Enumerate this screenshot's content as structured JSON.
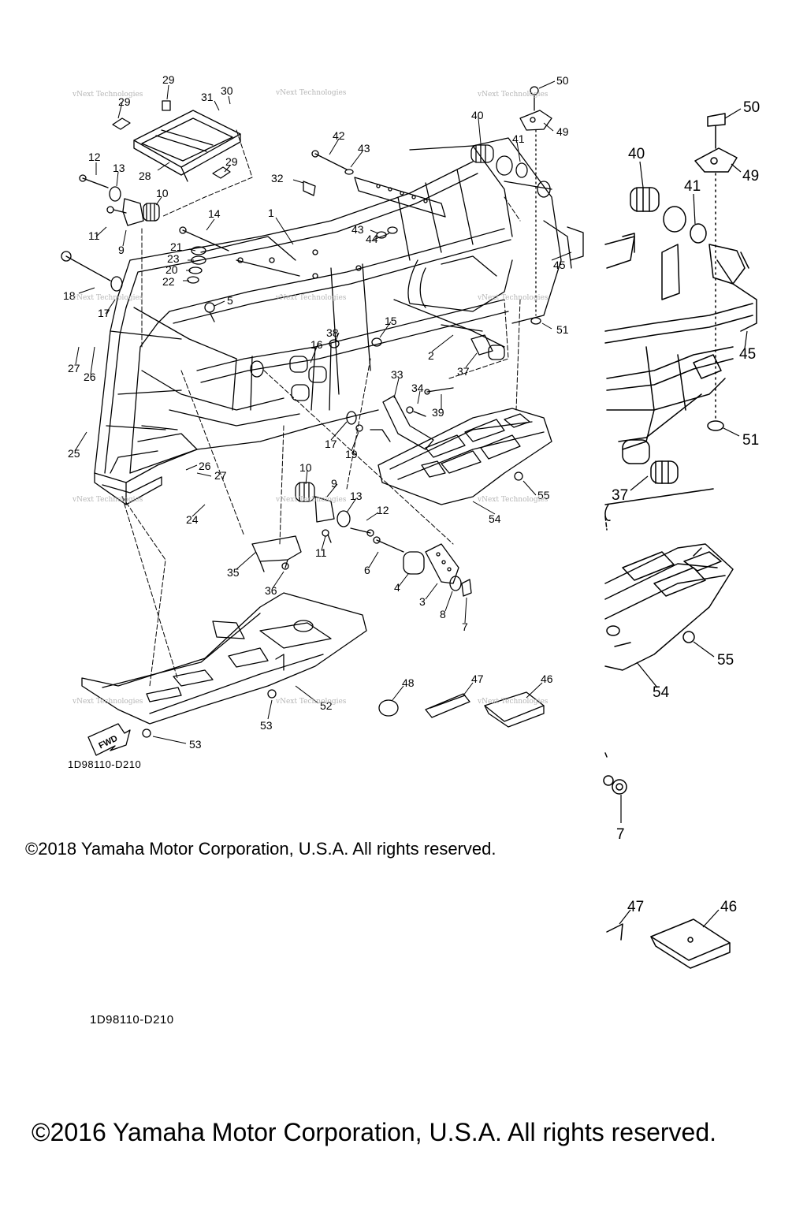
{
  "watermark": "vNext Technologies",
  "diagram_code_small": "1D98110-D210",
  "diagram_code_large": "1D98110-D210",
  "fwd_label": "FWD",
  "copyright_2018": "©2018 Yamaha Motor Corporation, U.S.A. All rights reserved.",
  "copyright_2016": "©2016 Yamaha Motor Corporation, U.S.A. All rights reserved.",
  "callouts_main": [
    "29",
    "31",
    "30",
    "29",
    "28",
    "29",
    "12",
    "13",
    "10",
    "11",
    "9",
    "14",
    "32",
    "42",
    "43",
    "1",
    "43",
    "44",
    "21",
    "23",
    "20",
    "22",
    "5",
    "18",
    "17",
    "27",
    "26",
    "25",
    "26",
    "27",
    "24",
    "16",
    "38",
    "15",
    "2",
    "37",
    "33",
    "34",
    "39",
    "17",
    "19",
    "10",
    "9",
    "13",
    "12",
    "11",
    "6",
    "4",
    "3",
    "8",
    "7",
    "35",
    "36",
    "40",
    "41",
    "45",
    "51",
    "50",
    "49",
    "55",
    "54",
    "48",
    "47",
    "46",
    "52",
    "53",
    "53"
  ],
  "callouts_zoom": [
    "50",
    "40",
    "41",
    "49",
    "45",
    "51",
    "37",
    "55",
    "54",
    "7",
    "47",
    "46"
  ]
}
